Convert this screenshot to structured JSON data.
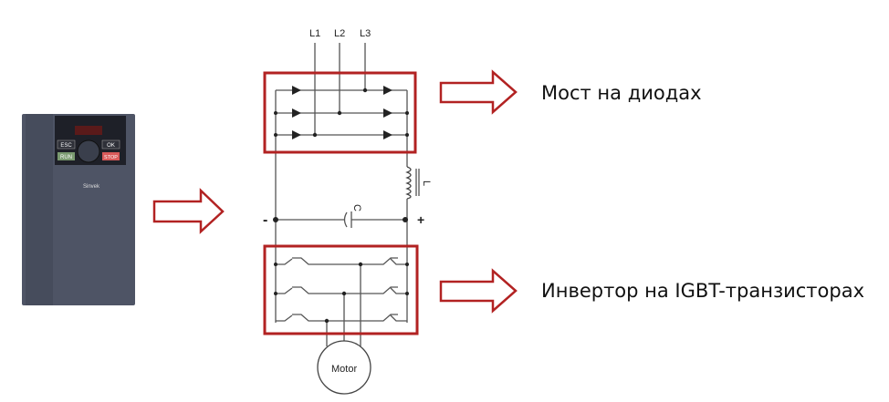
{
  "device": {
    "brand": "Sinvek",
    "keys": [
      "ESC",
      "OK",
      "RUN",
      "STOP"
    ]
  },
  "circuit": {
    "inputs": [
      "L1",
      "L2",
      "L3"
    ],
    "inductor_label": "L",
    "capacitor_label": "C",
    "minus_label": "-",
    "plus_label": "+",
    "motor_label": "Motor"
  },
  "labels": {
    "diode_bridge": "Мост на диодах",
    "igbt_inverter": "Инвертор на IGBT-транзисторах"
  },
  "colors": {
    "highlight": "#b22222",
    "device_body": "#4a5060"
  }
}
